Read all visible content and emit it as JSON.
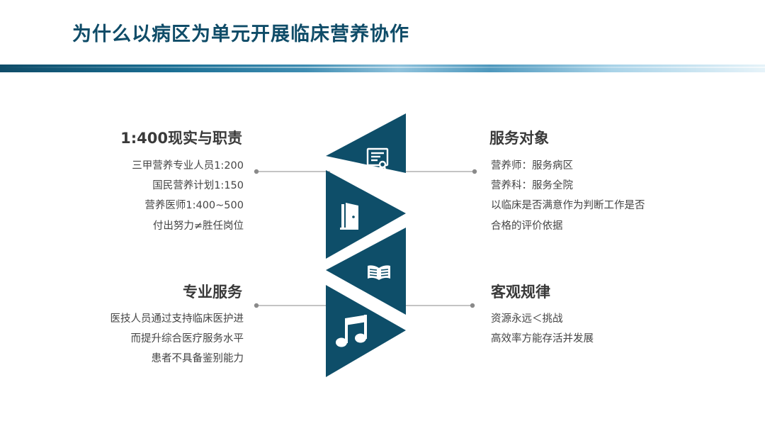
{
  "slide": {
    "title": "为什么以病区为单元开展临床营养协作"
  },
  "left_top": {
    "heading": "1:400现实与职责",
    "lines": [
      "三甲营养专业人员1:200",
      "国民营养计划1:150",
      "营养医师1:400~500",
      "付出努力≠胜任岗位"
    ]
  },
  "left_bottom": {
    "heading": "专业服务",
    "lines": [
      "医技人员通过支持临床医护进",
      "而提升综合医疗服务水平",
      "患者不具备鉴别能力"
    ]
  },
  "right_top": {
    "heading": "服务对象",
    "lines": [
      "营养师：服务病区",
      "营养科：服务全院",
      "以临床是否满意作为判断工作是否",
      "合格的评价依据"
    ]
  },
  "right_bottom": {
    "heading": "客观规律",
    "lines": [
      "资源永远＜挑战",
      "高效率方能存活并发展"
    ]
  },
  "colors": {
    "title": "#0f4c68",
    "triangle": "#0e4e69",
    "connector": "#8a8a8a",
    "icon": "#ffffff"
  },
  "icons": [
    "certificate-icon",
    "door-icon",
    "open-book-icon",
    "music-note-icon"
  ]
}
